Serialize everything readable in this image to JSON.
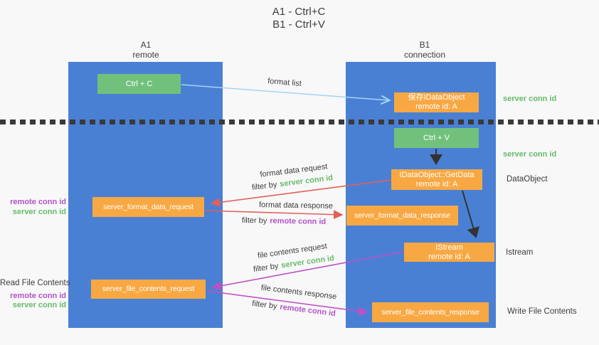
{
  "title": {
    "line1": "A1 - Ctrl+C",
    "line2": "B1 - Ctrl+V"
  },
  "columns": {
    "left": {
      "header_line1": "A1",
      "header_line2": "remote"
    },
    "right": {
      "header_line1": "B1",
      "header_line2": "connection"
    }
  },
  "boxes": {
    "ctrl_c": "Ctrl + C",
    "ctrl_v": "Ctrl + V",
    "save_idataobject": {
      "line1": "保存IDataObject",
      "line2": "remote id: A"
    },
    "getdata": {
      "line1": "IDataObject::GetData",
      "line2": "remote id: A"
    },
    "istream": {
      "line1": "IStream",
      "line2": "remote id: A"
    },
    "format_request": "server_format_data_request",
    "format_response": "server_format_data_response",
    "file_request": "server_file_contents_request",
    "file_response": "server_file_contents_response"
  },
  "arrow_labels": {
    "format_list": "format list",
    "format_data_request": "format data request",
    "format_data_response": "format data response",
    "file_contents_request": "file contents request",
    "file_contents_response": "file contents response",
    "filter_by": "filter by",
    "server_conn_id": "server conn id",
    "remote_conn_id": "remote conn id"
  },
  "side_labels": {
    "server_conn_id_top": "server conn id",
    "server_conn_id_mid": "server conn id",
    "dataobject": "DataObject",
    "istream": "Istream",
    "write_file_contents": "Write File Contents",
    "read_file_contents": "Read File Contents",
    "remote_conn_id_1": "remote conn id",
    "server_conn_id_1": "server conn id",
    "remote_conn_id_2": "remote conn id",
    "server_conn_id_2": "server conn id"
  },
  "colors": {
    "column_blue": "#4a80d4",
    "box_green": "#71c17d",
    "box_orange": "#f8a843",
    "arrow_red": "#e0605a",
    "arrow_magenta": "#bf4fc4",
    "arrow_light_blue": "#a5d3f3",
    "arrow_black": "#333333",
    "label_green": "#66bb6a",
    "label_purple": "#b153c9",
    "text_dark": "#3d3d3d",
    "background": "#f8f8f8"
  }
}
